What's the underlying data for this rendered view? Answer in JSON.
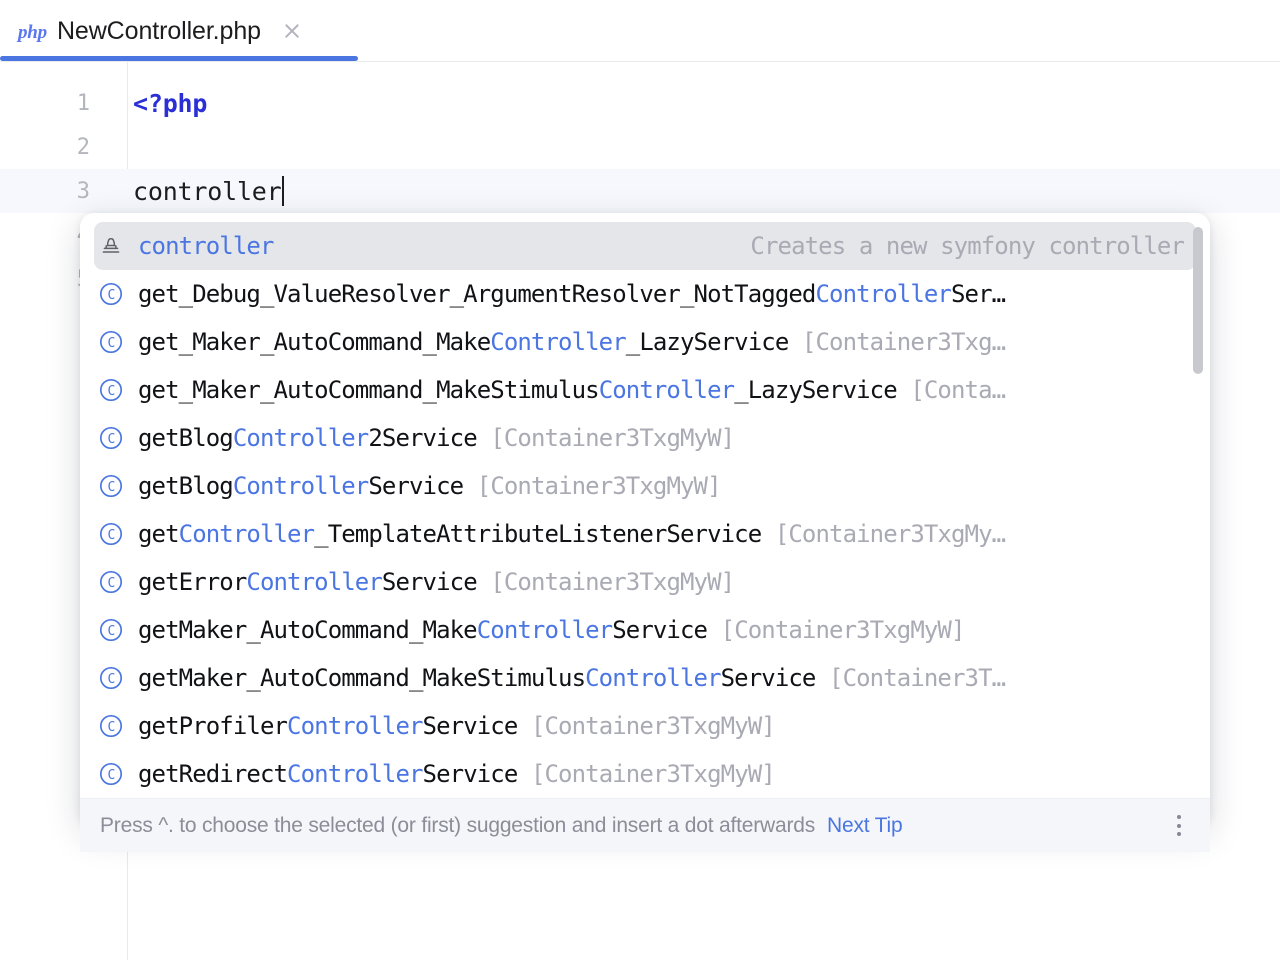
{
  "tab": {
    "file_type_icon": "php-file-icon",
    "title": "NewController.php",
    "close_icon": "close-icon",
    "accent_color": "#4b76e2"
  },
  "editor": {
    "lines": [
      {
        "number": "1",
        "text": "<?php",
        "kind": "php-open-tag"
      },
      {
        "number": "2",
        "text": "",
        "kind": "blank"
      },
      {
        "number": "3",
        "text": "controller",
        "kind": "plain",
        "current": true
      },
      {
        "number": "4",
        "text": "",
        "kind": "blank"
      },
      {
        "number": "5",
        "text": "",
        "kind": "blank"
      }
    ]
  },
  "completion": {
    "items": [
      {
        "icon": "live-template-icon",
        "prefix": "",
        "match": "controller",
        "suffix": "",
        "tail": "",
        "description": "Creates a new symfony controller",
        "selected": true
      },
      {
        "icon": "class-icon",
        "prefix": "get_Debug_ValueResolver_ArgumentResolver_NotTagged",
        "match": "Controller",
        "suffix": "Ser…",
        "tail": "",
        "selected": false
      },
      {
        "icon": "class-icon",
        "prefix": "get_Maker_AutoCommand_Make",
        "match": "Controller",
        "suffix": "_LazyService",
        "tail": "[Container3Txg…",
        "selected": false
      },
      {
        "icon": "class-icon",
        "prefix": "get_Maker_AutoCommand_MakeStimulus",
        "match": "Controller",
        "suffix": "_LazyService",
        "tail": "[Conta…",
        "selected": false
      },
      {
        "icon": "class-icon",
        "prefix": "getBlog",
        "match": "Controller",
        "suffix": "2Service",
        "tail": "[Container3TxgMyW]",
        "selected": false
      },
      {
        "icon": "class-icon",
        "prefix": "getBlog",
        "match": "Controller",
        "suffix": "Service",
        "tail": "[Container3TxgMyW]",
        "selected": false
      },
      {
        "icon": "class-icon",
        "prefix": "get",
        "match": "Controller",
        "suffix": "_TemplateAttributeListenerService",
        "tail": "[Container3TxgMy…",
        "selected": false
      },
      {
        "icon": "class-icon",
        "prefix": "getError",
        "match": "Controller",
        "suffix": "Service",
        "tail": "[Container3TxgMyW]",
        "selected": false
      },
      {
        "icon": "class-icon",
        "prefix": "getMaker_AutoCommand_Make",
        "match": "Controller",
        "suffix": "Service",
        "tail": "[Container3TxgMyW]",
        "selected": false
      },
      {
        "icon": "class-icon",
        "prefix": "getMaker_AutoCommand_MakeStimulus",
        "match": "Controller",
        "suffix": "Service",
        "tail": "[Container3T…",
        "selected": false
      },
      {
        "icon": "class-icon",
        "prefix": "getProfiler",
        "match": "Controller",
        "suffix": "Service",
        "tail": "[Container3TxgMyW]",
        "selected": false
      },
      {
        "icon": "class-icon",
        "prefix": "getRedirect",
        "match": "Controller",
        "suffix": "Service",
        "tail": "[Container3TxgMyW]",
        "selected": false
      }
    ],
    "footer": {
      "hint": "Press ^. to choose the selected (or first) suggestion and insert a dot afterwards",
      "next_tip_label": "Next Tip",
      "more_icon": "more-vertical-icon"
    }
  }
}
